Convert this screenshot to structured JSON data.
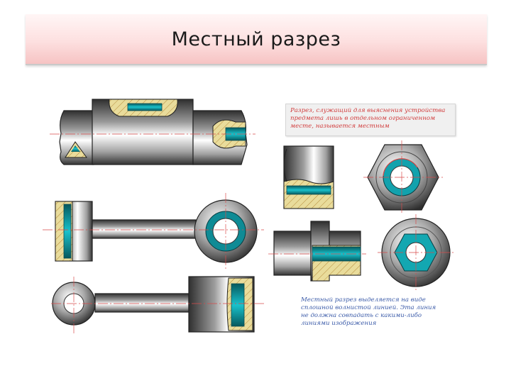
{
  "slide": {
    "title": "Местный разрез",
    "note_top": "Разрез, служащий для выяснения устройства предмета лишь в отдельном ограниченном месте, называется местным",
    "note_bottom": "Местный разрез выделяется на виде сплошной волнистой линией. Эта линия не должна совпадать с какими-либо линиями изображения"
  },
  "colors": {
    "title_bg_top": "#fff6f6",
    "title_bg_bottom": "#f6c3c3",
    "section_fill": "#e9dc9b",
    "cut_surface": "#14a9b4",
    "metal_dark": "#3c3c3c",
    "metal_light": "#ffffff",
    "axis_line": "#d94b4b",
    "note_red": "#d13c3c",
    "note_blue": "#3a5aa8"
  }
}
